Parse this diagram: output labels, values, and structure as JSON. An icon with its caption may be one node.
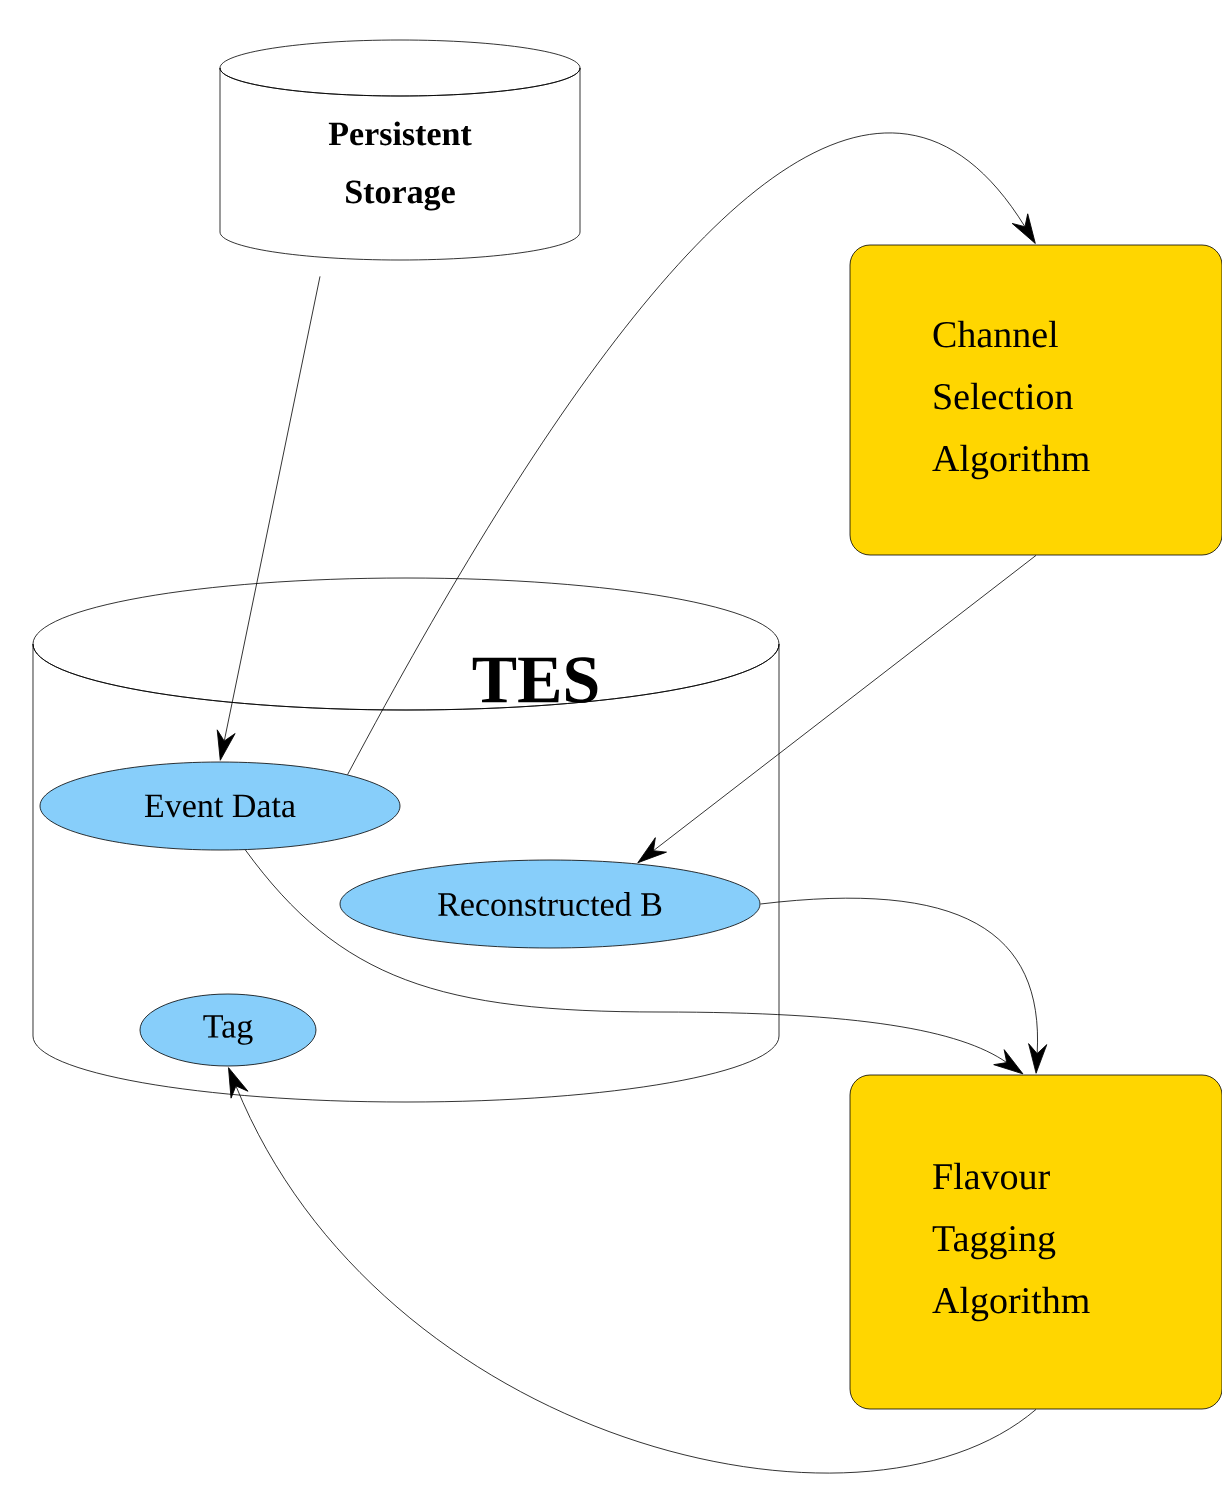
{
  "diagram": {
    "nodes": [
      {
        "text": [
          "Persistent Storage"
        ]
      },
      {
        "text": [
          "Channel Selection Algorithm"
        ]
      },
      {
        "text": [
          "TES"
        ]
      },
      {
        "text": [
          "Event Data"
        ],
        "in": 2
      },
      {
        "text": [
          "Reconstructed B"
        ],
        "in": 2
      },
      {
        "text": [
          "Tag"
        ],
        "in": 2
      },
      {
        "text": [
          "Flavour Tagging Algorithm"
        ]
      }
    ],
    "edges": [
      {
        "from": 0,
        "to": 3,
        "arrow": "to"
      },
      {
        "from": 3,
        "to": 1,
        "arrow": "to"
      },
      {
        "from": 1,
        "to": 4,
        "arrow": "to"
      },
      {
        "from": 4,
        "to": 6,
        "arrow": "to"
      },
      {
        "from": 3,
        "to": 6,
        "arrow": "to"
      },
      {
        "from": 6,
        "to": 5,
        "arrow": "to"
      }
    ]
  }
}
